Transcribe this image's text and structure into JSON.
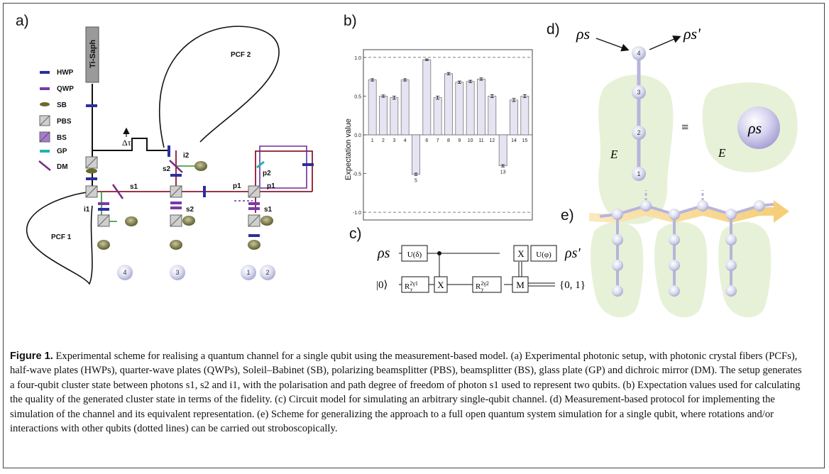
{
  "panels": {
    "a": {
      "label": "a)",
      "laser_label": "Ti-Saph",
      "delay_label": "Δτ",
      "fiber_labels": [
        "PCF 1",
        "PCF 2"
      ],
      "legend": [
        {
          "key": "HWP",
          "color": "#2b2f9e"
        },
        {
          "key": "QWP",
          "color": "#7a3aa8"
        },
        {
          "key": "SB",
          "color": "#6a6a2a"
        },
        {
          "key": "PBS",
          "color": "#bcbcbc"
        },
        {
          "key": "BS",
          "color": "#a77ad1"
        },
        {
          "key": "GP",
          "color": "#1fb5b0"
        },
        {
          "key": "DM",
          "color": "#7a2a8a"
        }
      ],
      "beam_labels": {
        "s1": "s1",
        "s2": "s2",
        "i1": "i1",
        "i2": "i2",
        "p1": "p1",
        "p2": "p2"
      },
      "detector_numbers": [
        "4",
        "3",
        "1",
        "2"
      ]
    },
    "b": {
      "label": "b)",
      "ylabel": "Expectation value"
    },
    "c": {
      "label": "c)",
      "rho_in": "ρs",
      "rho_out": "ρs'",
      "ket": "|0⟩",
      "gate_u_delta": "U(δ)",
      "gate_u_phi": "U(φ)",
      "gate_x": "X",
      "gate_m": "M",
      "gate_ry1_base": "R",
      "gate_ry1_sup": "2γ1",
      "gate_ry_sub": "y",
      "gate_ry2_sup": "2γ2",
      "outcome": "{0, 1}"
    },
    "d": {
      "label": "d)",
      "rho_in": "ρs",
      "rho_out": "ρs'",
      "node_labels": [
        "4",
        "3",
        "2",
        "1"
      ],
      "env_label": "E",
      "equiv": "≡",
      "rho_center": "ρs"
    },
    "e": {
      "label": "e)"
    }
  },
  "chart_data": {
    "type": "bar",
    "categories": [
      "1",
      "2",
      "3",
      "4",
      "5",
      "6",
      "7",
      "8",
      "9",
      "10",
      "11",
      "12",
      "13",
      "14",
      "15"
    ],
    "values": [
      0.71,
      0.5,
      0.48,
      0.71,
      -0.51,
      0.97,
      0.48,
      0.79,
      0.68,
      0.69,
      0.72,
      0.5,
      -0.4,
      0.45,
      0.5
    ],
    "errors": [
      0.015,
      0.015,
      0.02,
      0.015,
      0.015,
      0.01,
      0.02,
      0.015,
      0.015,
      0.015,
      0.015,
      0.02,
      0.015,
      0.02,
      0.02
    ],
    "ylabel": "Expectation value",
    "ylim": [
      -1.1,
      1.1
    ],
    "yticks": [
      "1.0",
      "0.5",
      "0.0",
      "-0.5",
      "-1.0"
    ],
    "reference_lines": [
      1.0,
      -1.0
    ],
    "bar_color": "#e6e4f3"
  },
  "caption": {
    "label": "Figure 1.",
    "text": "Experimental scheme for realising a quantum channel for a single qubit using the measurement-based model. (a) Experimental photonic setup, with photonic crystal fibers (PCFs), half-wave plates (HWPs), quarter-wave plates (QWPs), Soleil–Babinet (SB), polarizing beamsplitter (PBS), beamsplitter (BS), glass plate (GP) and dichroic mirror (DM). The setup generates a four-qubit cluster state between photons s1, s2 and i1, with the polarisation and path degree of freedom of photon s1 used to represent two qubits. (b) Expectation values used for calculating the quality of the generated cluster state in terms of the fidelity. (c) Circuit model for simulating an arbitrary single-qubit channel. (d) Measurement-based protocol for implementing the simulation of the channel and its equivalent representation. (e) Scheme for generalizing the approach to a full open quantum system simulation for a single qubit, where rotations and/or interactions with other qubits (dotted lines) can be carried out stroboscopically."
  }
}
